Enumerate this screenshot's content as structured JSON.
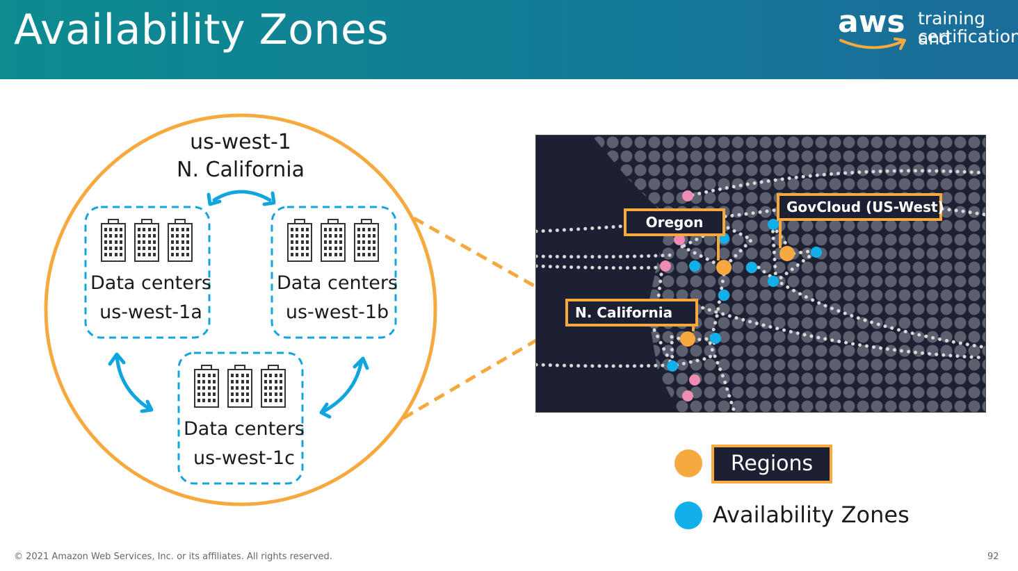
{
  "header": {
    "title": "Availability Zones",
    "logo_text": "aws",
    "tagline_line1": "training and",
    "tagline_line2": "certification"
  },
  "diagram": {
    "region_code": "us-west-1",
    "region_name": "N. California",
    "zones": [
      {
        "label": "Data centers",
        "code": "us-west-1a"
      },
      {
        "label": "Data centers",
        "code": "us-west-1b"
      },
      {
        "label": "Data centers",
        "code": "us-west-1c"
      }
    ]
  },
  "map": {
    "labels": {
      "oregon": "Oregon",
      "govcloud": "GovCloud (US-West)",
      "ncal": "N. California"
    }
  },
  "legend": {
    "regions": "Regions",
    "availability_zones": "Availability Zones"
  },
  "colors": {
    "header_start": "#0d8b8f",
    "header_end": "#1a6c9a",
    "accent_orange": "#f6a93e",
    "az_blue": "#11b0ea",
    "map_background": "#1d2033",
    "edge_pink": "#f08bb4"
  },
  "footer": {
    "copyright": "© 2021 Amazon Web Services, Inc. or its affiliates. All rights reserved.",
    "page_number": "92"
  }
}
